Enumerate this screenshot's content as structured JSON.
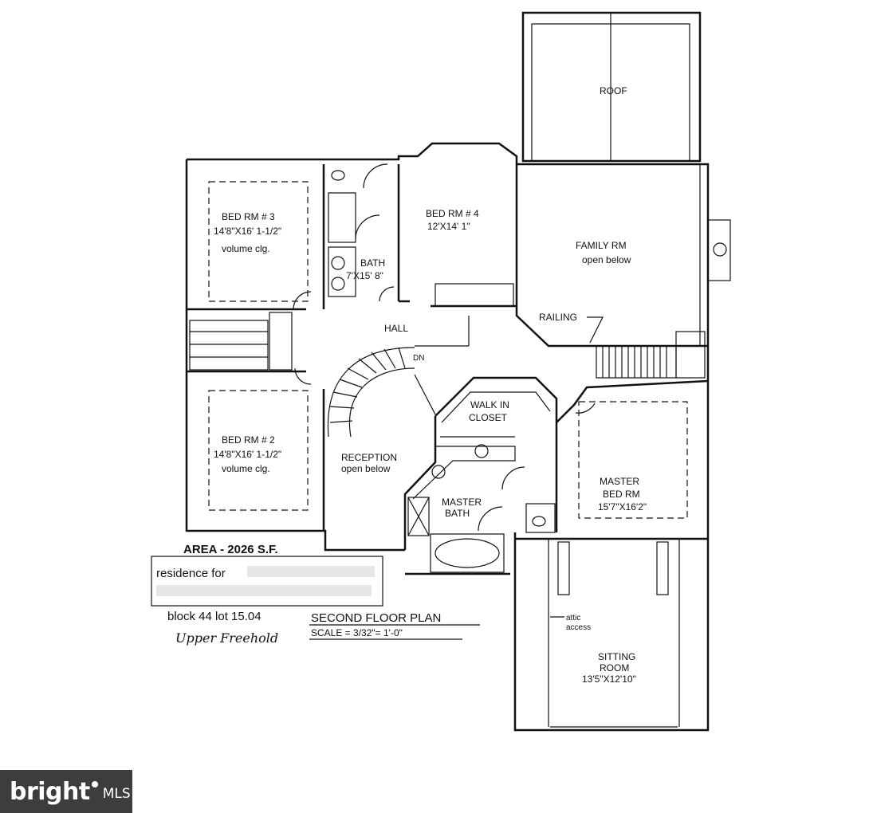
{
  "rooms": {
    "roof": "ROOF",
    "bed3": {
      "name": "BED RM # 3",
      "dim": "14'8\"X16' 1-1/2\"",
      "note": "volume clg."
    },
    "bed4": {
      "name": "BED RM # 4",
      "dim": "12'X14' 1\""
    },
    "bath": {
      "name": "BATH",
      "dim": "7'X15' 8\""
    },
    "family": {
      "name": "FAMILY RM",
      "note": "open below"
    },
    "railing": "RAILING",
    "hall": "HALL",
    "dn": "DN",
    "bed2": {
      "name": "BED RM # 2",
      "dim": "14'8\"X16' 1-1/2\"",
      "note": "volume clg."
    },
    "walkin": {
      "line1": "WALK IN",
      "line2": "CLOSET"
    },
    "reception": {
      "name": "RECEPTION",
      "note": "open below"
    },
    "master_bath": {
      "line1": "MASTER",
      "line2": "BATH"
    },
    "master_bed": {
      "line1": "MASTER",
      "line2": "BED RM",
      "dim": "15'7\"X16'2\""
    },
    "attic": {
      "line1": "attic",
      "line2": "access"
    },
    "sitting": {
      "line1": "SITTING",
      "line2": "ROOM",
      "dim": "13'5\"X12'10\""
    }
  },
  "footer": {
    "area": "AREA - 2026 S.F.",
    "residence": "residence for",
    "block_lot": "block 44 lot 15.04",
    "plan_title": "SECOND FLOOR PLAN",
    "scale": "SCALE = 3/32\"= 1'-0\"",
    "location": "Upper Freehold"
  },
  "badge": {
    "word": "bright",
    "suffix": "MLS"
  }
}
